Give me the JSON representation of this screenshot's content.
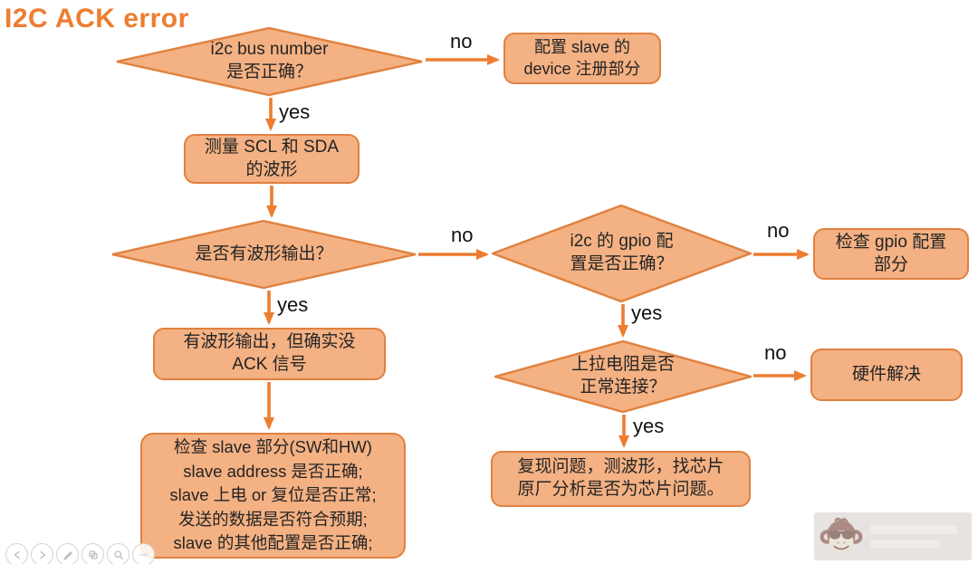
{
  "title": "I2C ACK error",
  "labels": {
    "yes": "yes",
    "no": "no"
  },
  "colors": {
    "accent": "#ED7D31",
    "node_fill": "#F4B183",
    "node_border": "#E0813F",
    "text": "#242424"
  },
  "nodes": {
    "bus_number": {
      "shape": "diamond",
      "text": "i2c bus number\n是否正确？"
    },
    "config_slave": {
      "shape": "rect",
      "text": "配置 slave 的\ndevice 注册部分"
    },
    "measure_wave": {
      "shape": "rect",
      "text": "测量 SCL 和 SDA\n的波形"
    },
    "wave_output": {
      "shape": "diamond",
      "text": "是否有波形输出？"
    },
    "gpio_config": {
      "shape": "diamond",
      "text": "i2c 的 gpio 配\n置是否正确？"
    },
    "check_gpio": {
      "shape": "rect",
      "text": "检查 gpio 配置\n部分"
    },
    "pullup": {
      "shape": "diamond",
      "text": "上拉电阻是否\n正常连接？"
    },
    "hardware_fix": {
      "shape": "rect",
      "text": "硬件解决"
    },
    "reproduce": {
      "shape": "rect",
      "text": "复现问题，测波形，找芯片\n原厂分析是否为芯片问题。"
    },
    "wave_no_ack": {
      "shape": "rect",
      "text": "有波形输出，但确实没\nACK 信号"
    },
    "check_slave": {
      "shape": "rect",
      "text": "检查 slave 部分(SW和HW)\nslave address 是否正确;\nslave 上电 or 复位是否正常;\n发送的数据是否符合预期;\nslave 的其他配置是否正确;"
    }
  },
  "toolbar": {
    "icons": [
      "previous-slide",
      "next-slide",
      "pen",
      "slides-grid",
      "magnifier",
      "more"
    ]
  },
  "watermark": {
    "icon": "monkey-logo-watermark"
  }
}
